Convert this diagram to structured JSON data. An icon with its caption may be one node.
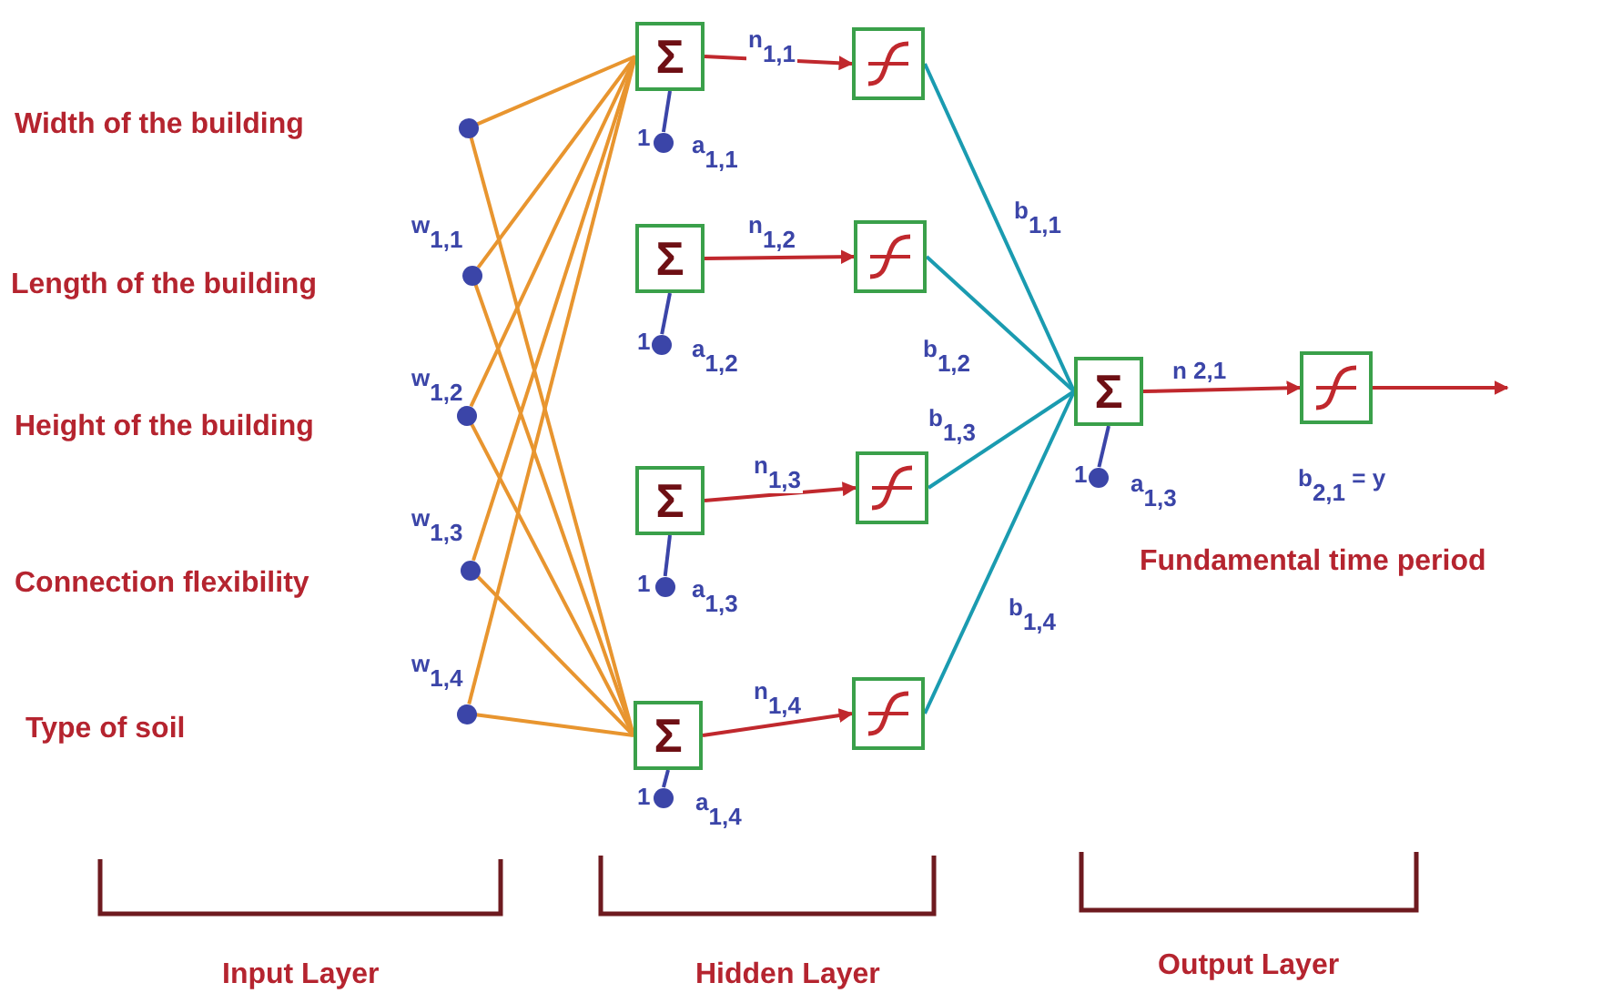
{
  "diagram": {
    "nodes": [
      {
        "text": [],
        "shape": "circle"
      },
      {
        "text": [],
        "shape": "circle"
      },
      {
        "text": [],
        "shape": "circle"
      },
      {
        "text": [],
        "shape": "circle"
      },
      {
        "text": [],
        "shape": "circle"
      },
      {
        "text": [
          "Σ"
        ]
      },
      {
        "text": [
          "Σ"
        ]
      },
      {
        "text": [
          "Σ"
        ]
      },
      {
        "text": [
          "Σ"
        ]
      },
      {
        "text": [],
        "shape": "box"
      },
      {
        "text": [],
        "shape": "box"
      },
      {
        "text": [],
        "shape": "box"
      },
      {
        "text": [],
        "shape": "box"
      },
      {
        "text": [
          "Σ"
        ]
      },
      {
        "text": [],
        "shape": "box"
      },
      {
        "text": [],
        "shape": "circle",
        "beside": [
          "1"
        ]
      },
      {
        "text": [],
        "shape": "circle",
        "beside": [
          "1"
        ]
      },
      {
        "text": [],
        "shape": "circle",
        "beside": [
          "1"
        ]
      },
      {
        "text": [],
        "shape": "circle",
        "beside": [
          "1"
        ]
      },
      {
        "text": [],
        "shape": "circle",
        "beside": [
          "1"
        ]
      }
    ],
    "edges": [
      {
        "from": 0,
        "to": 5,
        "arrow": "none"
      },
      {
        "from": 0,
        "to": 8,
        "arrow": "none"
      },
      {
        "from": 1,
        "to": 5,
        "arrow": "none"
      },
      {
        "from": 1,
        "to": 8,
        "arrow": "none"
      },
      {
        "from": 2,
        "to": 5,
        "arrow": "none"
      },
      {
        "from": 2,
        "to": 8,
        "arrow": "none"
      },
      {
        "from": 3,
        "to": 5,
        "arrow": "none"
      },
      {
        "from": 3,
        "to": 8,
        "arrow": "none"
      },
      {
        "from": 4,
        "to": 5,
        "arrow": "none"
      },
      {
        "from": 4,
        "to": 8,
        "arrow": "none"
      },
      {
        "from": 5,
        "to": 9,
        "arrow": "to",
        "label": "n$_{1,1}$",
        "color": "#c0282d"
      },
      {
        "from": 6,
        "to": 10,
        "arrow": "to",
        "label": "n$_{1,2}$",
        "color": "#c0282d"
      },
      {
        "from": 7,
        "to": 11,
        "arrow": "to",
        "label": "n$_{1,3}$",
        "color": "#c0282d"
      },
      {
        "from": 8,
        "to": 12,
        "arrow": "to",
        "label": "n$_{1,4}$",
        "color": "#c0282d"
      },
      {
        "from": 9,
        "to": 13,
        "arrow": "none",
        "label": "b$_{1,1}$",
        "color": "#1a9bb0"
      },
      {
        "from": 10,
        "to": 13,
        "arrow": "none",
        "label": "b$_{1,2}$",
        "color": "#1a9bb0"
      },
      {
        "from": 11,
        "to": 13,
        "arrow": "none",
        "label": "b$_{1,3}$",
        "color": "#1a9bb0"
      },
      {
        "from": 12,
        "to": 13,
        "arrow": "none",
        "label": "b$_{1,4}$",
        "color": "#1a9bb0"
      },
      {
        "from": 13,
        "to": 14,
        "arrow": "to",
        "label": "n 2,1",
        "color": "#c0282d"
      },
      {
        "from": 14,
        "to": null,
        "arrow": "to",
        "color": "#c0282d"
      },
      {
        "from": 15,
        "to": 5,
        "arrow": "none",
        "color": "#3b45a8"
      },
      {
        "from": 16,
        "to": 6,
        "arrow": "none",
        "color": "#3b45a8"
      },
      {
        "from": 17,
        "to": 7,
        "arrow": "none",
        "color": "#3b45a8"
      },
      {
        "from": 18,
        "to": 8,
        "arrow": "none",
        "color": "#3b45a8"
      },
      {
        "from": 19,
        "to": 13,
        "arrow": "none",
        "color": "#3b45a8"
      }
    ],
    "labels": [
      "Width of the building",
      "w$_{1,1}$",
      "Length of the building",
      "w$_{1,2}$",
      "Height of the building",
      "w$_{1,3}$",
      "Connection flexibility",
      "w$_{1,4}$",
      "Type of soil",
      "a$_{1,1}$",
      "a$_{1,2}$",
      "a$_{1,3}$",
      "a$_{1,4}$",
      "a$_{1,3}$",
      "b$_{2,1}$ = y",
      "Fundamental time period",
      "Input Layer",
      "Hidden Layer",
      "Output Layer"
    ]
  }
}
